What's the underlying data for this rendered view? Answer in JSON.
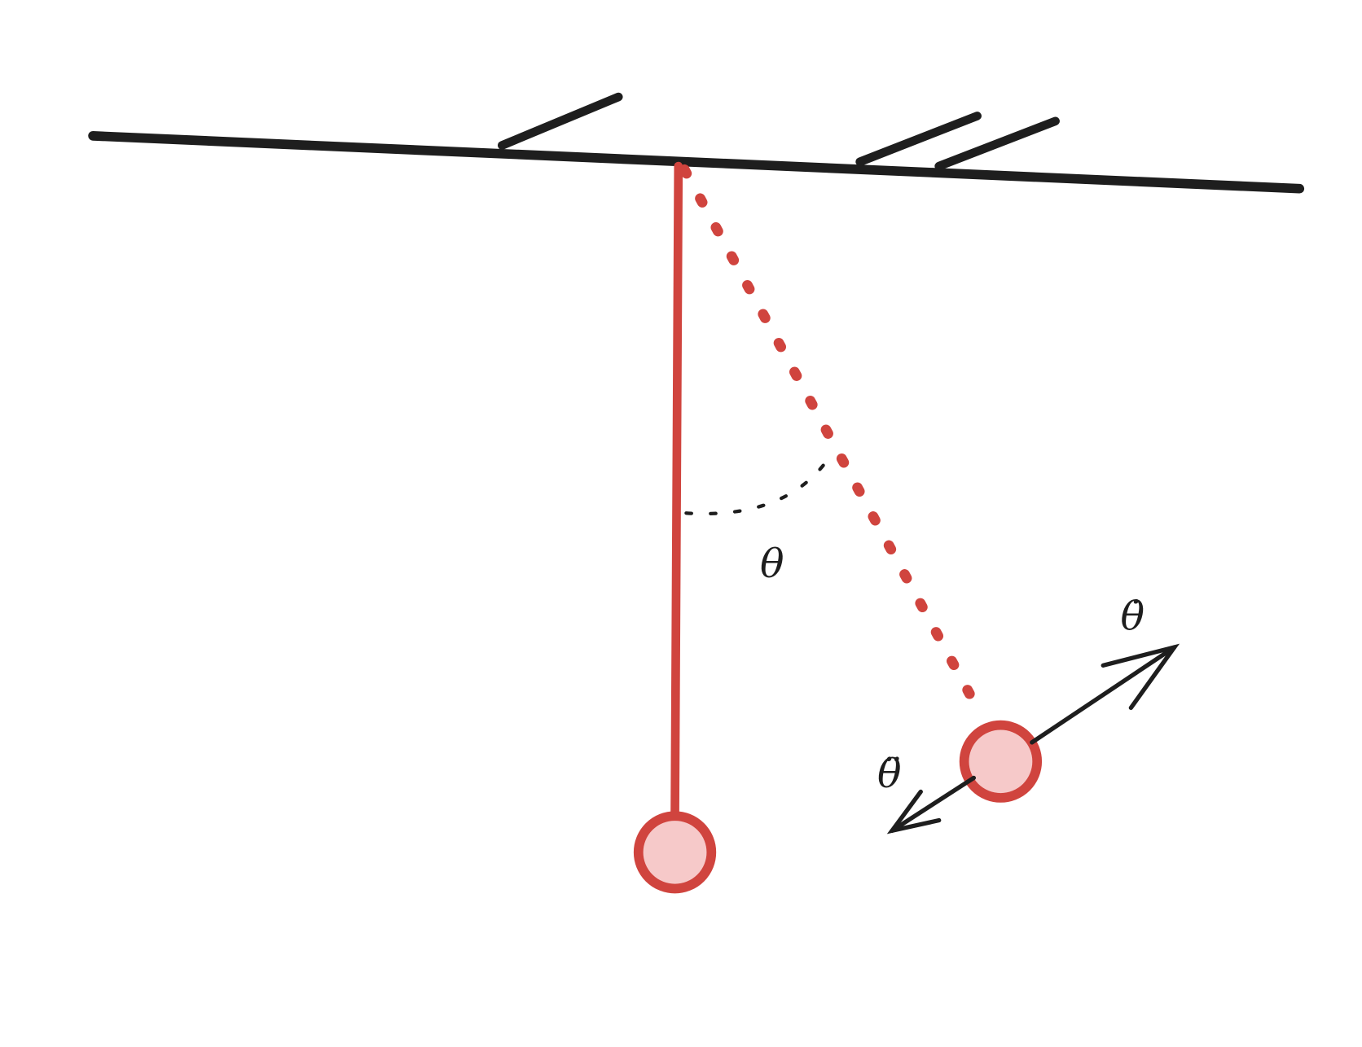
{
  "diagram": {
    "title_hidden": null,
    "labels": {
      "angle": "θ",
      "angular_velocity": "θ̇",
      "angular_acceleration": "θ̈"
    },
    "colors": {
      "ink": "#1e1e1e",
      "pendulum_red": "#d0443e",
      "bob_fill": "#f6c9c9",
      "background": "#ffffff"
    }
  }
}
